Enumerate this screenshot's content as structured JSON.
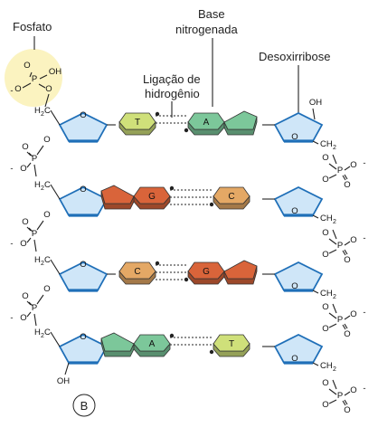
{
  "labels": {
    "fosfato": "Fosfato",
    "base_line1": "Base",
    "base_line2": "nitrogenada",
    "ligacao_line1": "Ligação de",
    "ligacao_line2": "hidrogênio",
    "desoxirribose": "Desoxirribose",
    "panel": "B"
  },
  "chem": {
    "O": "O",
    "P": "P",
    "OH": "OH",
    "H2C_H": "H",
    "H2C_sub": "2",
    "H2C_C": "C",
    "CH2_CH": "CH",
    "CH2_sub": "2",
    "neg": "-"
  },
  "pairs": [
    {
      "left": "T",
      "right": "A"
    },
    {
      "left": "G",
      "right": "C"
    },
    {
      "left": "C",
      "right": "G"
    },
    {
      "left": "A",
      "right": "T"
    }
  ],
  "colors": {
    "sugar_fill": "#cfe6f8",
    "sugar_stroke": "#1f6fb8",
    "phosphate_highlight": "#fbf3c0",
    "T": "#cfe07a",
    "A": "#7cc79a",
    "G": "#d9643a",
    "C": "#e4a865"
  }
}
